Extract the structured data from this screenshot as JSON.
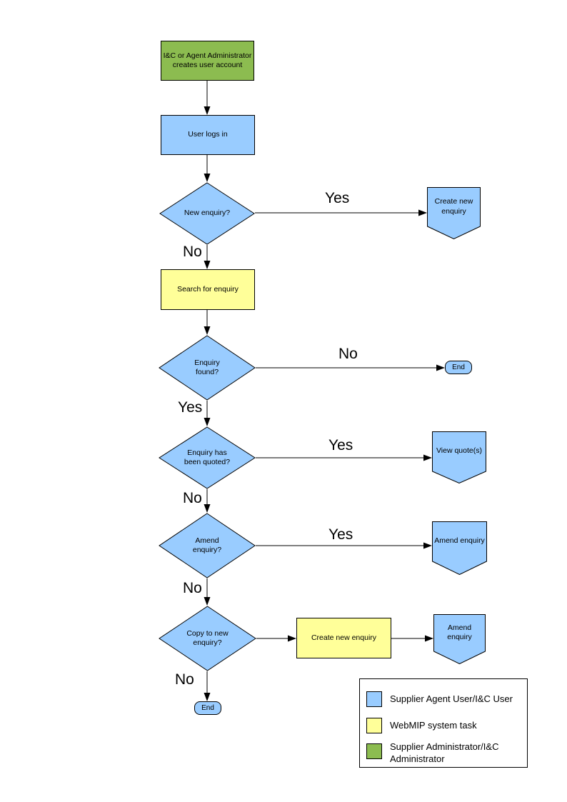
{
  "colors": {
    "user_task_blue": "#99CCFF",
    "system_task_yellow": "#FFFF99",
    "admin_task_green": "#8CBC50",
    "line_black": "#000000"
  },
  "nodes": {
    "admin_creates_account": {
      "label": "I&C or Agent Administrator creates user account"
    },
    "user_logs_in": {
      "label": "User logs in"
    },
    "new_enquiry_q": {
      "label": "New enquiry?"
    },
    "create_new_enquiry_offpage": {
      "label": "Create new enquiry"
    },
    "search_for_enquiry": {
      "label": "Search for enquiry"
    },
    "enquiry_found_q": {
      "label": "Enquiry found?"
    },
    "end_1": {
      "label": "End"
    },
    "enquiry_quoted_q": {
      "label": "Enquiry has been quoted?"
    },
    "view_quotes": {
      "label": "View quote(s)"
    },
    "amend_enquiry_q": {
      "label": "Amend enquiry?"
    },
    "amend_enquiry_offpage_1": {
      "label": "Amend enquiry"
    },
    "copy_to_new_q": {
      "label": "Copy to new enquiry?"
    },
    "create_new_enquiry_task": {
      "label": "Create new enquiry"
    },
    "amend_enquiry_offpage_2": {
      "label": "Amend enquiry"
    },
    "end_2": {
      "label": "End"
    }
  },
  "edge_labels": [
    {
      "text": "Yes"
    },
    {
      "text": "No"
    },
    {
      "text": "No"
    },
    {
      "text": "Yes"
    },
    {
      "text": "Yes"
    },
    {
      "text": "No"
    },
    {
      "text": "Yes"
    },
    {
      "text": "No"
    },
    {
      "text": "No"
    }
  ],
  "legend": {
    "items": [
      {
        "color": "#99CCFF",
        "label": "Supplier Agent User/I&C User"
      },
      {
        "color": "#FFFF99",
        "label": "WebMIP system task"
      },
      {
        "color": "#8CBC50",
        "label": "Supplier Administrator/I&C Administrator"
      }
    ]
  }
}
